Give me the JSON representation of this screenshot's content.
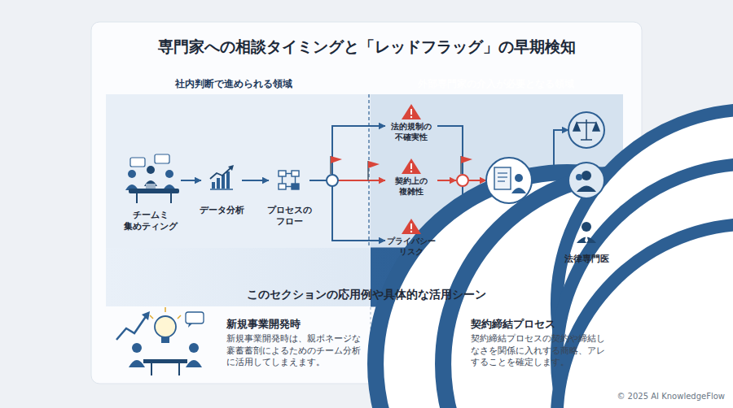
{
  "diagram": {
    "title": "専門家への相談タイミングと「レッドフラッグ」の早期検知",
    "nodes": [
      {
        "text": [
          "社内判断で進められる領域"
        ]
      },
      {
        "text": [
          "外部専門家の介入が必要となる領域"
        ]
      },
      {
        "text": [
          "チームミ 集めティング"
        ]
      },
      {
        "text": [
          "データ分析"
        ]
      },
      {
        "text": [
          "プロセスの フロー"
        ]
      },
      {
        "text": [
          "法的規制の 不確実性"
        ]
      },
      {
        "text": [
          "契約上の 複雑性"
        ]
      },
      {
        "text": [
          "プライバシー リスク"
        ]
      },
      {
        "text": [
          "法律専門医"
        ]
      }
    ],
    "edges": [
      {
        "from": 2,
        "to": 3,
        "arrow": "to"
      },
      {
        "from": 3,
        "to": 4,
        "arrow": "to"
      },
      {
        "from": 4,
        "to": 5,
        "arrow": "to"
      },
      {
        "from": 4,
        "to": 6,
        "arrow": "to"
      },
      {
        "from": 4,
        "to": 7,
        "arrow": "to"
      }
    ],
    "labels": [
      "このセクションの応用例や具体的な活用シーン",
      "新規事業開発時",
      "新規事業開発時は、親ボネージな 褰蓄蓄剖によるためのチーム分析 に活用してしまえます。",
      "契約締結プロセス",
      "契約締結プロセスの契約や締結し なさを関係に入れする商略、アレ することを確定します。",
      "© 2025 AI KnowledgeFlow"
    ]
  }
}
